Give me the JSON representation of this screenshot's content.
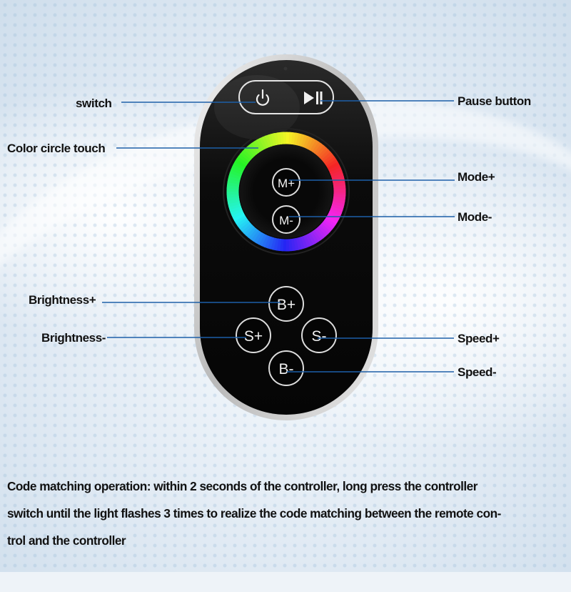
{
  "callouts": {
    "switch": "switch",
    "pause": "Pause button",
    "color_circle": "Color circle touch",
    "mode_plus": "Mode+",
    "mode_minus": "Mode-",
    "brightness_plus": "Brightness+",
    "brightness_minus": "Brightness-",
    "speed_plus": "Speed+",
    "speed_minus": "Speed-"
  },
  "buttons": {
    "m_plus": "M+",
    "m_minus": "M-",
    "b_plus": "B+",
    "b_minus": "B-",
    "s_plus": "S+",
    "s_minus": "S-"
  },
  "icons": {
    "power": "power-icon",
    "play_pause": "play-pause-icon"
  },
  "description": {
    "line1": "Code matching operation: within 2 seconds of the controller, long press the controller",
    "line2": "switch until the light flashes 3 times to realize the code matching between the remote con-",
    "line3": "trol and the controller"
  },
  "colors": {
    "remote_body": "#0a0a0a",
    "remote_rim": "#cfcfcf",
    "callout_line": "#1d5fa8",
    "text": "#111111"
  }
}
